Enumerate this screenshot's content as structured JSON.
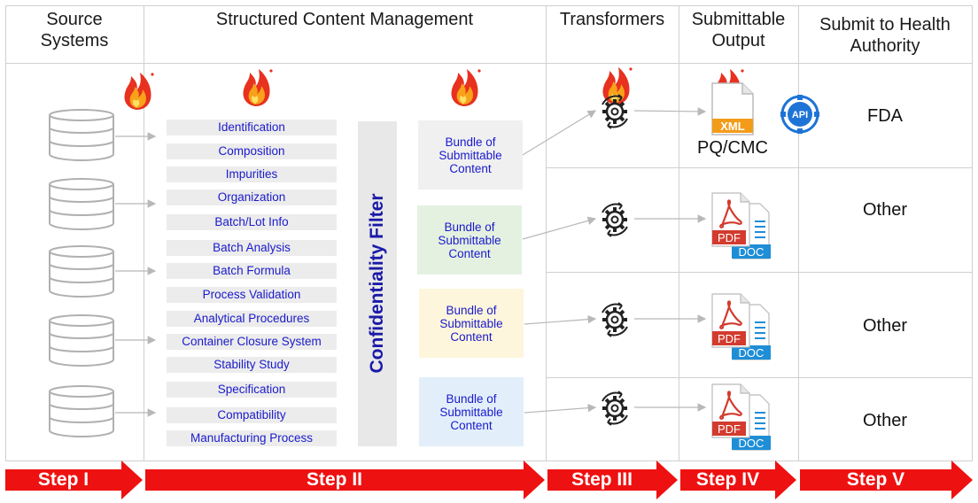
{
  "headers": {
    "source": "Source\nSystems",
    "scm": "Structured Content Management",
    "transformers": "Transformers",
    "output": "Submittable\nOutput",
    "submit": "Submit  to Health\nAuthority"
  },
  "content_items": [
    "Identification",
    "Composition",
    "Impurities",
    "Organization",
    "Batch/Lot Info",
    "Batch Analysis",
    "Batch Formula",
    "Process Validation",
    "Analytical Procedures",
    "Container Closure System",
    "Stability Study",
    "Specification",
    "Compatibility",
    "Manufacturing Process"
  ],
  "filter_label": "Confidentiality Filter",
  "bundles": [
    {
      "label": "Bundle of\nSubmittable\nContent",
      "color": "#f0f0f0"
    },
    {
      "label": "Bundle of\nSubmittable\nContent",
      "color": "#e4f1e0"
    },
    {
      "label": "Bundle of\nSubmittable\nContent",
      "color": "#fdf6dc"
    },
    {
      "label": "Bundle of\nSubmittable\nContent",
      "color": "#e2effa"
    }
  ],
  "outputs": {
    "xml_badge": "XML",
    "pq_label": "PQ/CMC",
    "pdf_badge": "PDF",
    "doc_badge": "DOC",
    "api_badge": "API"
  },
  "destinations": [
    "FDA",
    "Other",
    "Other",
    "Other"
  ],
  "steps": [
    "Step I",
    "Step II",
    "Step III",
    "Step IV",
    "Step V"
  ],
  "colors": {
    "text_blue": "#1a1acc",
    "filter_blue": "#1a1aa8",
    "step_red": "#ee1111",
    "pdf_red": "#d23b2e",
    "doc_blue": "#1e8ed6",
    "xml_orange": "#f39c1a"
  },
  "icons": [
    "database-icon",
    "flame-icon",
    "gear-cycle-icon",
    "xml-file-icon",
    "pdf-doc-file-icon",
    "api-gear-icon"
  ]
}
